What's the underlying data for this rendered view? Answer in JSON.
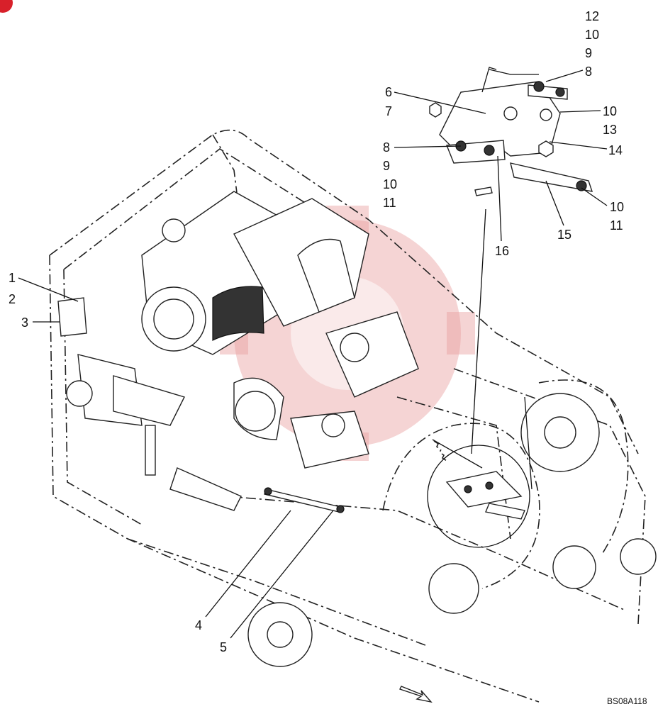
{
  "diagram": {
    "reference_code": "BS08A118",
    "colors": {
      "line": "#111111",
      "watermark": "#e8a0a0",
      "corner_mark": "#d8202a",
      "background": "#ffffff"
    },
    "callouts": [
      "1",
      "2",
      "3",
      "4",
      "5",
      "6",
      "7",
      "8",
      "9",
      "10",
      "11",
      "12",
      "10",
      "9",
      "8",
      "10",
      "13",
      "14",
      "10",
      "11",
      "15",
      "16"
    ]
  }
}
